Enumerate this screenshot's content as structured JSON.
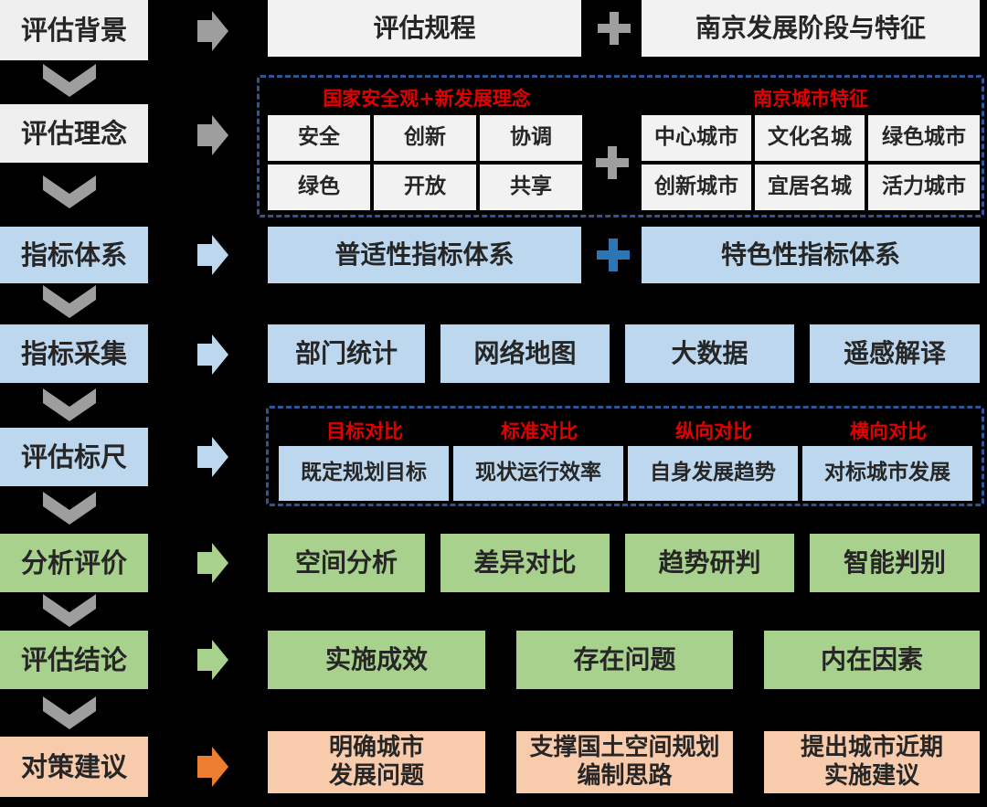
{
  "colors": {
    "grey_arrow": "#9e9e9e",
    "blue_arrow": "#bdd7ee",
    "green_arrow": "#a9d18e",
    "orange_arrow": "#ed7d31",
    "red_text": "#e00000",
    "dashed_border": "#2f5597"
  },
  "rows": {
    "background": {
      "label": "评估背景",
      "items": [
        "评估规程",
        "南京发展阶段与特征"
      ]
    },
    "concept": {
      "label": "评估理念",
      "left_title": "国家安全观+新发展理念",
      "left_items": [
        "安全",
        "创新",
        "协调",
        "绿色",
        "开放",
        "共享"
      ],
      "right_title": "南京城市特征",
      "right_items": [
        "中心城市",
        "文化名城",
        "绿色城市",
        "创新城市",
        "宜居名城",
        "活力城市"
      ]
    },
    "system": {
      "label": "指标体系",
      "items": [
        "普适性指标体系",
        "特色性指标体系"
      ]
    },
    "collection": {
      "label": "指标采集",
      "items": [
        "部门统计",
        "网络地图",
        "大数据",
        "遥感解译"
      ]
    },
    "scale": {
      "label": "评估标尺",
      "titles": [
        "目标对比",
        "标准对比",
        "纵向对比",
        "横向对比"
      ],
      "items": [
        "既定规划目标",
        "现状运行效率",
        "自身发展趋势",
        "对标城市发展"
      ]
    },
    "analysis": {
      "label": "分析评价",
      "items": [
        "空间分析",
        "差异对比",
        "趋势研判",
        "智能判别"
      ]
    },
    "conclusion": {
      "label": "评估结论",
      "items": [
        "实施成效",
        "存在问题",
        "内在因素"
      ]
    },
    "advice": {
      "label": "对策建议",
      "items": [
        [
          "明确城市",
          "发展问题"
        ],
        [
          "支撑国土空间规划",
          "编制思路"
        ],
        [
          "提出城市近期",
          "实施建议"
        ]
      ]
    }
  }
}
